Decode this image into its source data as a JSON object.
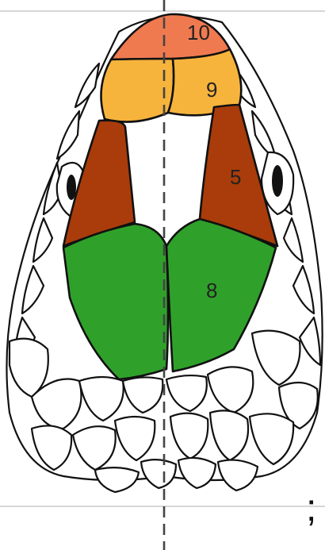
{
  "diagram": {
    "plates": [
      {
        "id": "rostral",
        "label": "10",
        "color": "#f07a50"
      },
      {
        "id": "internasal",
        "label": "9",
        "color": "#f7b43c"
      },
      {
        "id": "prefrontal",
        "label": "5",
        "color": "#a93c0a"
      },
      {
        "id": "frontal",
        "label": "8",
        "color": "#2fa12a"
      }
    ],
    "trailing_mark": ";",
    "colors": {
      "outline": "#111111",
      "scale_fill": "#ffffff",
      "midline": "#444444",
      "eye": "#111111"
    }
  }
}
